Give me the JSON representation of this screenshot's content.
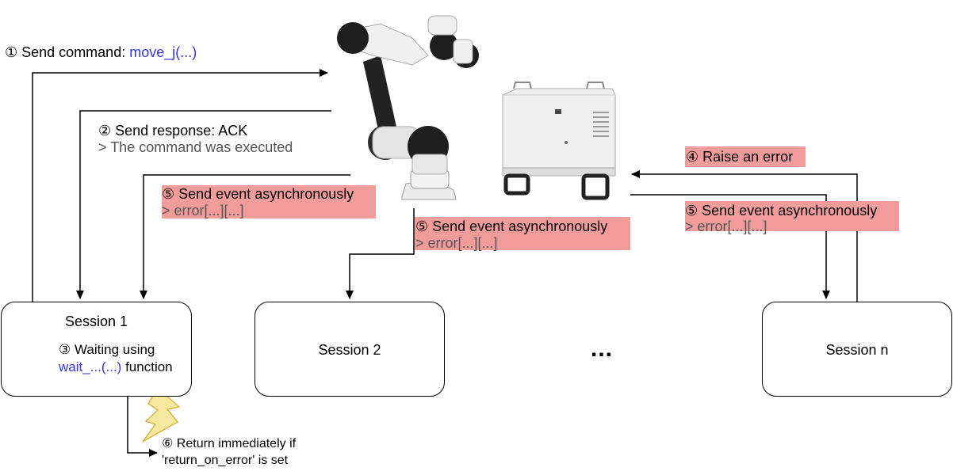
{
  "colors": {
    "highlight": "#f19c9a",
    "code": "#3333dd",
    "secondary": "#555555",
    "bolt": "#f7e8a0"
  },
  "step1": {
    "prefix": "① Send command: ",
    "code": "move_j(...)"
  },
  "step2": {
    "line1": "② Send response: ACK",
    "line2": "> The command was executed"
  },
  "step3": {
    "line1": "③ Waiting using",
    "code": "wait_...(...)",
    "suffix": " function"
  },
  "step4": {
    "label": "④ Raise an error"
  },
  "event_left": {
    "line1": "⑤ Send event asynchronously",
    "line2": "> error[...][...]"
  },
  "event_middle": {
    "line1": "⑤ Send event asynchronously",
    "line2": "> error[...][...]"
  },
  "event_right": {
    "line1": "⑤ Send event asynchronously",
    "line2": "> error[...][...]"
  },
  "step6": {
    "line1": "⑥ Return immediately if",
    "line2": "'return_on_error' is set"
  },
  "sessions": {
    "s1": "Session 1",
    "s2": "Session 2",
    "sn": "Session n",
    "ellipsis": "..."
  },
  "icons": {
    "robot": "robot-arm-icon",
    "controller": "controller-cabinet-icon",
    "wait": "refresh-loop-icon",
    "error": "lightning-bolt-icon"
  }
}
